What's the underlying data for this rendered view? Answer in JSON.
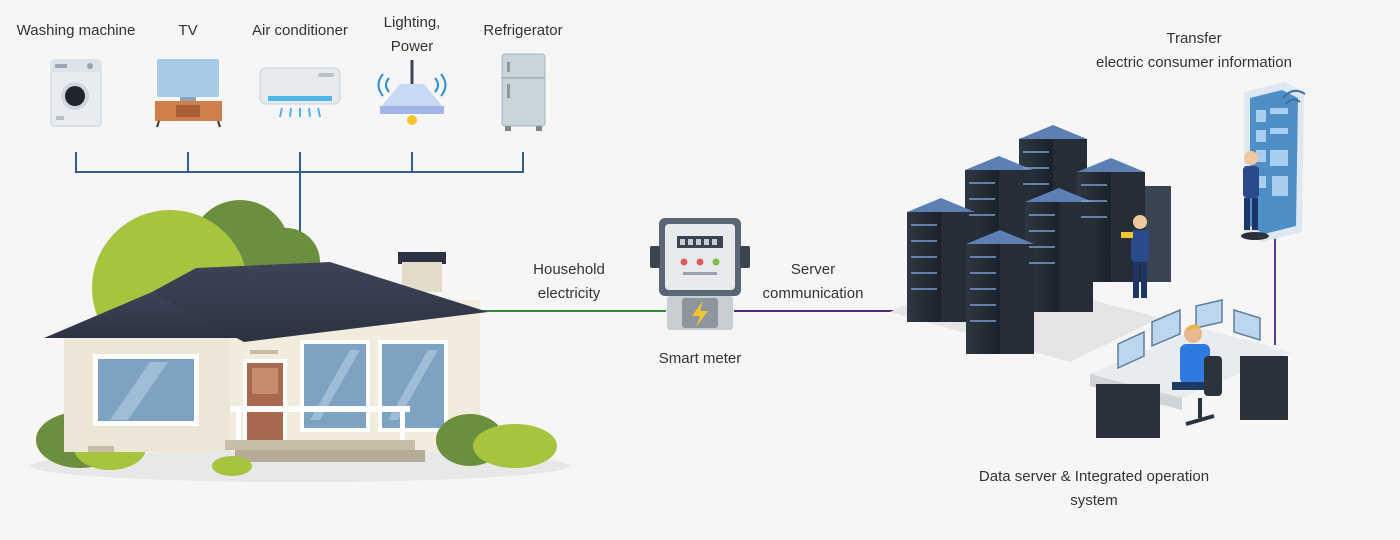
{
  "appliances": [
    {
      "label": "Washing machine",
      "icon": "washing-machine-icon"
    },
    {
      "label": "TV",
      "icon": "tv-icon"
    },
    {
      "label": "Air conditioner",
      "icon": "air-conditioner-icon"
    },
    {
      "label_line1": "Lighting,",
      "label_line2": "Power",
      "icon": "lamp-icon"
    },
    {
      "label": "Refrigerator",
      "icon": "refrigerator-icon"
    }
  ],
  "links": {
    "household_line1": "Household",
    "household_line2": "electricity",
    "server_line1": "Server",
    "server_line2": "communication"
  },
  "smart_meter": {
    "label": "Smart meter"
  },
  "transfer": {
    "line1": "Transfer",
    "line2": "electric consumer information"
  },
  "data_server": {
    "line1": "Data server & Integrated operation",
    "line2": "system"
  },
  "colors": {
    "appliance_lines": "#2f5f8a",
    "household_line": "#2e8b3a",
    "server_line": "#4b2a7a",
    "transfer_line": "#5c3a8c"
  }
}
